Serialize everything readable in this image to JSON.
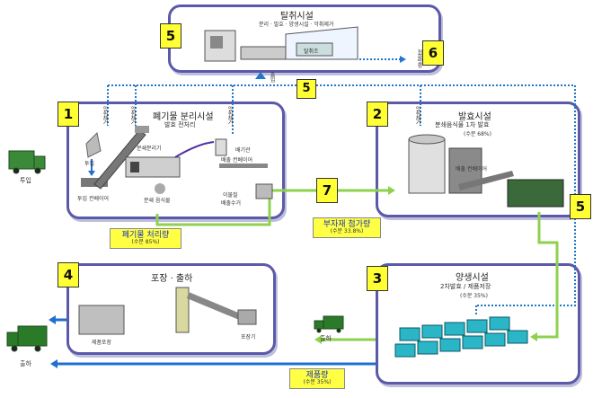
{
  "deodor": {
    "title": "탈취시설",
    "subtitle": "분리 · 발효 · 양생시설 · 악취제거",
    "tank_label": "탈취조",
    "outlet": "정화방류",
    "exhaust": "흡 입"
  },
  "separation": {
    "title": "폐기물 분리시설",
    "subtitle": "발효 전처리",
    "odor_a": "악취제거",
    "odor_b": "악취제거",
    "odor_c": "악취제거",
    "input_label": "투입",
    "input_conveyor": "투입 컨베이어",
    "separator": "분쇄분리기",
    "crushed": "분쇄 음식물",
    "discharge_pipe": "배기관",
    "discharge_conveyor": "배출 컨베이어",
    "foreign": "이물질",
    "foreign2": "배출수거"
  },
  "fermentation": {
    "title": "발효시설",
    "subtitle": "분쇄음식물 1차 발효",
    "moisture": "(수분 68%)",
    "odor": "악취제거",
    "conveyor": "배출 컨베이어"
  },
  "curing": {
    "title": "양생시설",
    "subtitle": "2차발효 / 제품저장",
    "moisture": "(수분 35%)"
  },
  "packing": {
    "title": "포장 · 출하",
    "product_pack": "제품포장",
    "packer": "포장기"
  },
  "labels": {
    "input_truck": "투입",
    "shipping": "출하",
    "shipping_truck": "출하",
    "waste_amount": "폐기물 처리량",
    "waste_moisture": "(수분 85%)",
    "additive": "부자재 첨가량",
    "additive_moisture": "(수분 33.8%)",
    "product": "제품량",
    "product_moisture": "(수분 35%)"
  },
  "numbers": {
    "n1": "1",
    "n2": "2",
    "n3": "3",
    "n4": "4",
    "n5a": "5",
    "n5b": "5",
    "n5c": "5",
    "n6": "6",
    "n7": "7"
  },
  "colors": {
    "box_border": "#5a5aa8",
    "green_flow": "#8fd14f",
    "blue_flow": "#1f6fd0",
    "dotted": "#1f78c8",
    "badge": "#ffff33"
  }
}
